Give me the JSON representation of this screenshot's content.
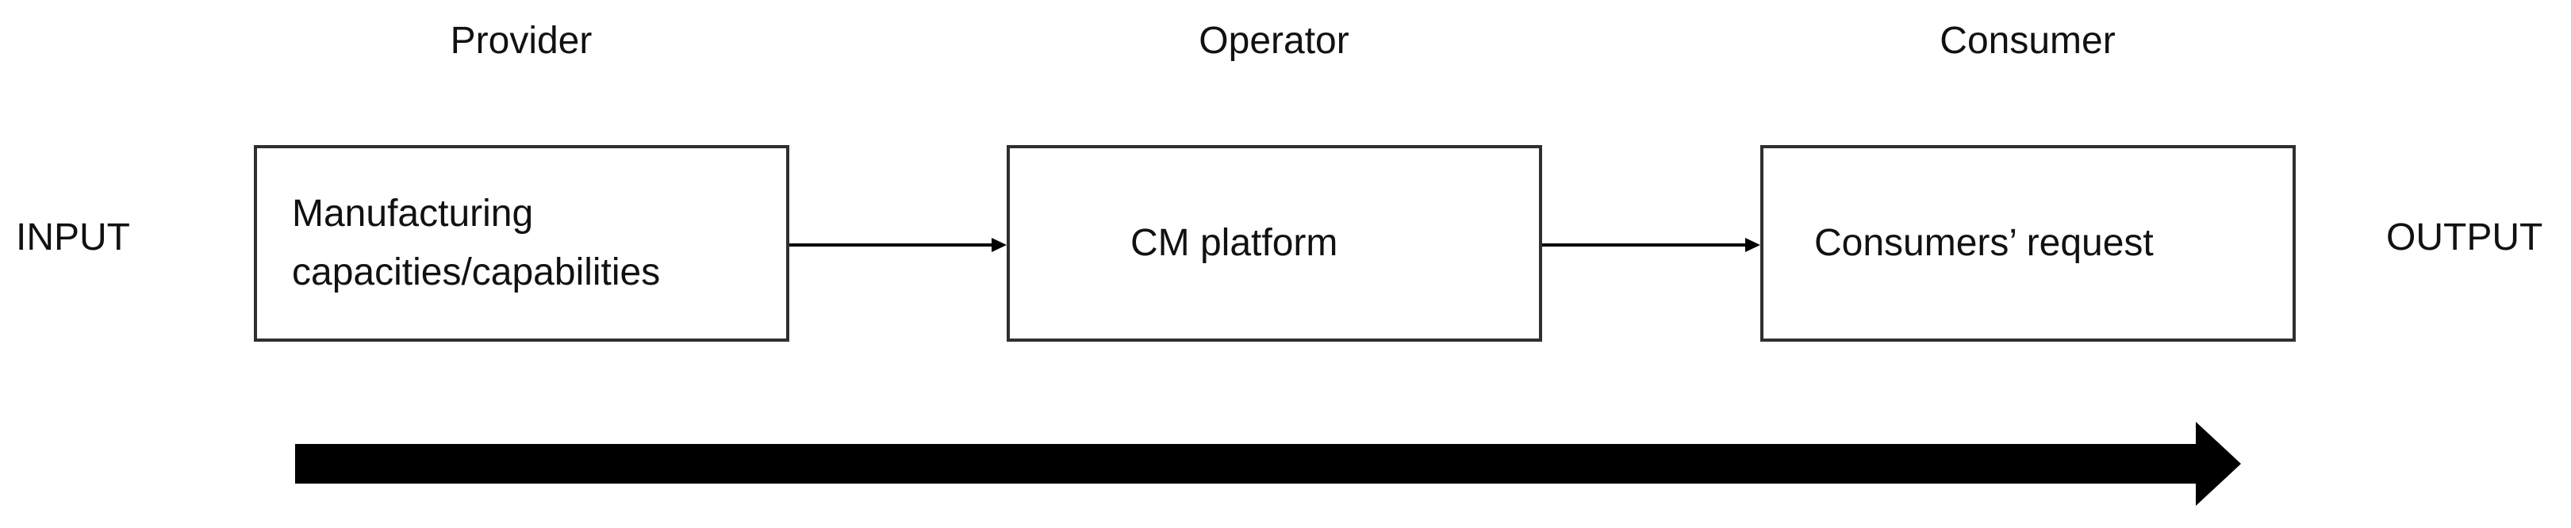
{
  "roles": {
    "provider": "Provider",
    "operator": "Operator",
    "consumer": "Consumer"
  },
  "ends": {
    "input": "INPUT",
    "output": "OUTPUT"
  },
  "boxes": {
    "provider": {
      "line1": "Manufacturing",
      "line2": "capacities/capabilities"
    },
    "operator": {
      "text": "CM platform"
    },
    "consumer": {
      "text": "Consumers’ request"
    }
  },
  "colors": {
    "box_border": "#2f2f2f",
    "arrow": "#000000",
    "text": "#111111"
  }
}
